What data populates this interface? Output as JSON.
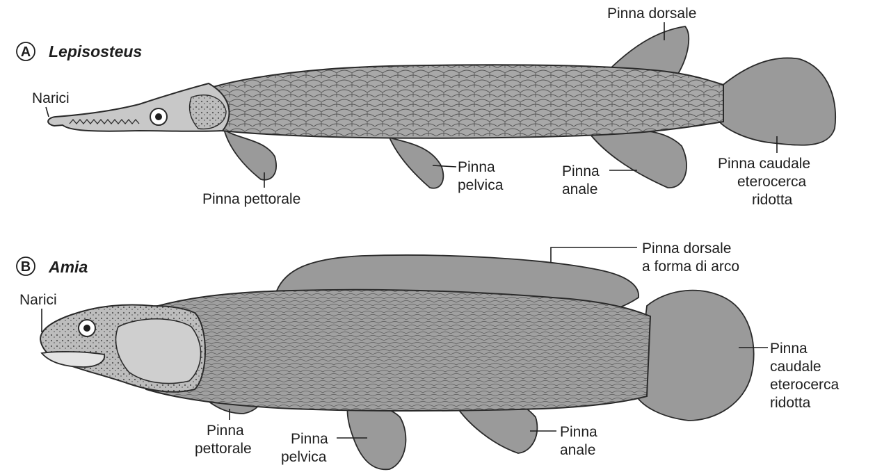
{
  "figure_a": {
    "letter": "A",
    "genus": "Lepisosteus",
    "labels": {
      "narici": "Narici",
      "pinna_dorsale": "Pinna dorsale",
      "pinna_pettorale": "Pinna pettorale",
      "pinna_pelvica": [
        "Pinna",
        "pelvica"
      ],
      "pinna_anale": [
        "Pinna",
        "anale"
      ],
      "pinna_caudale": [
        "Pinna caudale",
        "eterocerca",
        "ridotta"
      ]
    }
  },
  "figure_b": {
    "letter": "B",
    "genus": "Amia",
    "labels": {
      "narici": "Narici",
      "pinna_dorsale": [
        "Pinna dorsale",
        "a forma di arco"
      ],
      "pinna_caudale": [
        "Pinna",
        "caudale",
        "eterocerca",
        "ridotta"
      ],
      "pinna_pettorale": [
        "Pinna",
        "pettorale"
      ],
      "pinna_pelvica": [
        "Pinna",
        "pelvica"
      ],
      "pinna_anale": [
        "Pinna",
        "anale"
      ]
    }
  },
  "colors": {
    "body_fill": "#a4a4a4",
    "fin_fill": "#9a9a9a",
    "head_fill": "#c8c8c8",
    "line": "#1e1e1e"
  }
}
